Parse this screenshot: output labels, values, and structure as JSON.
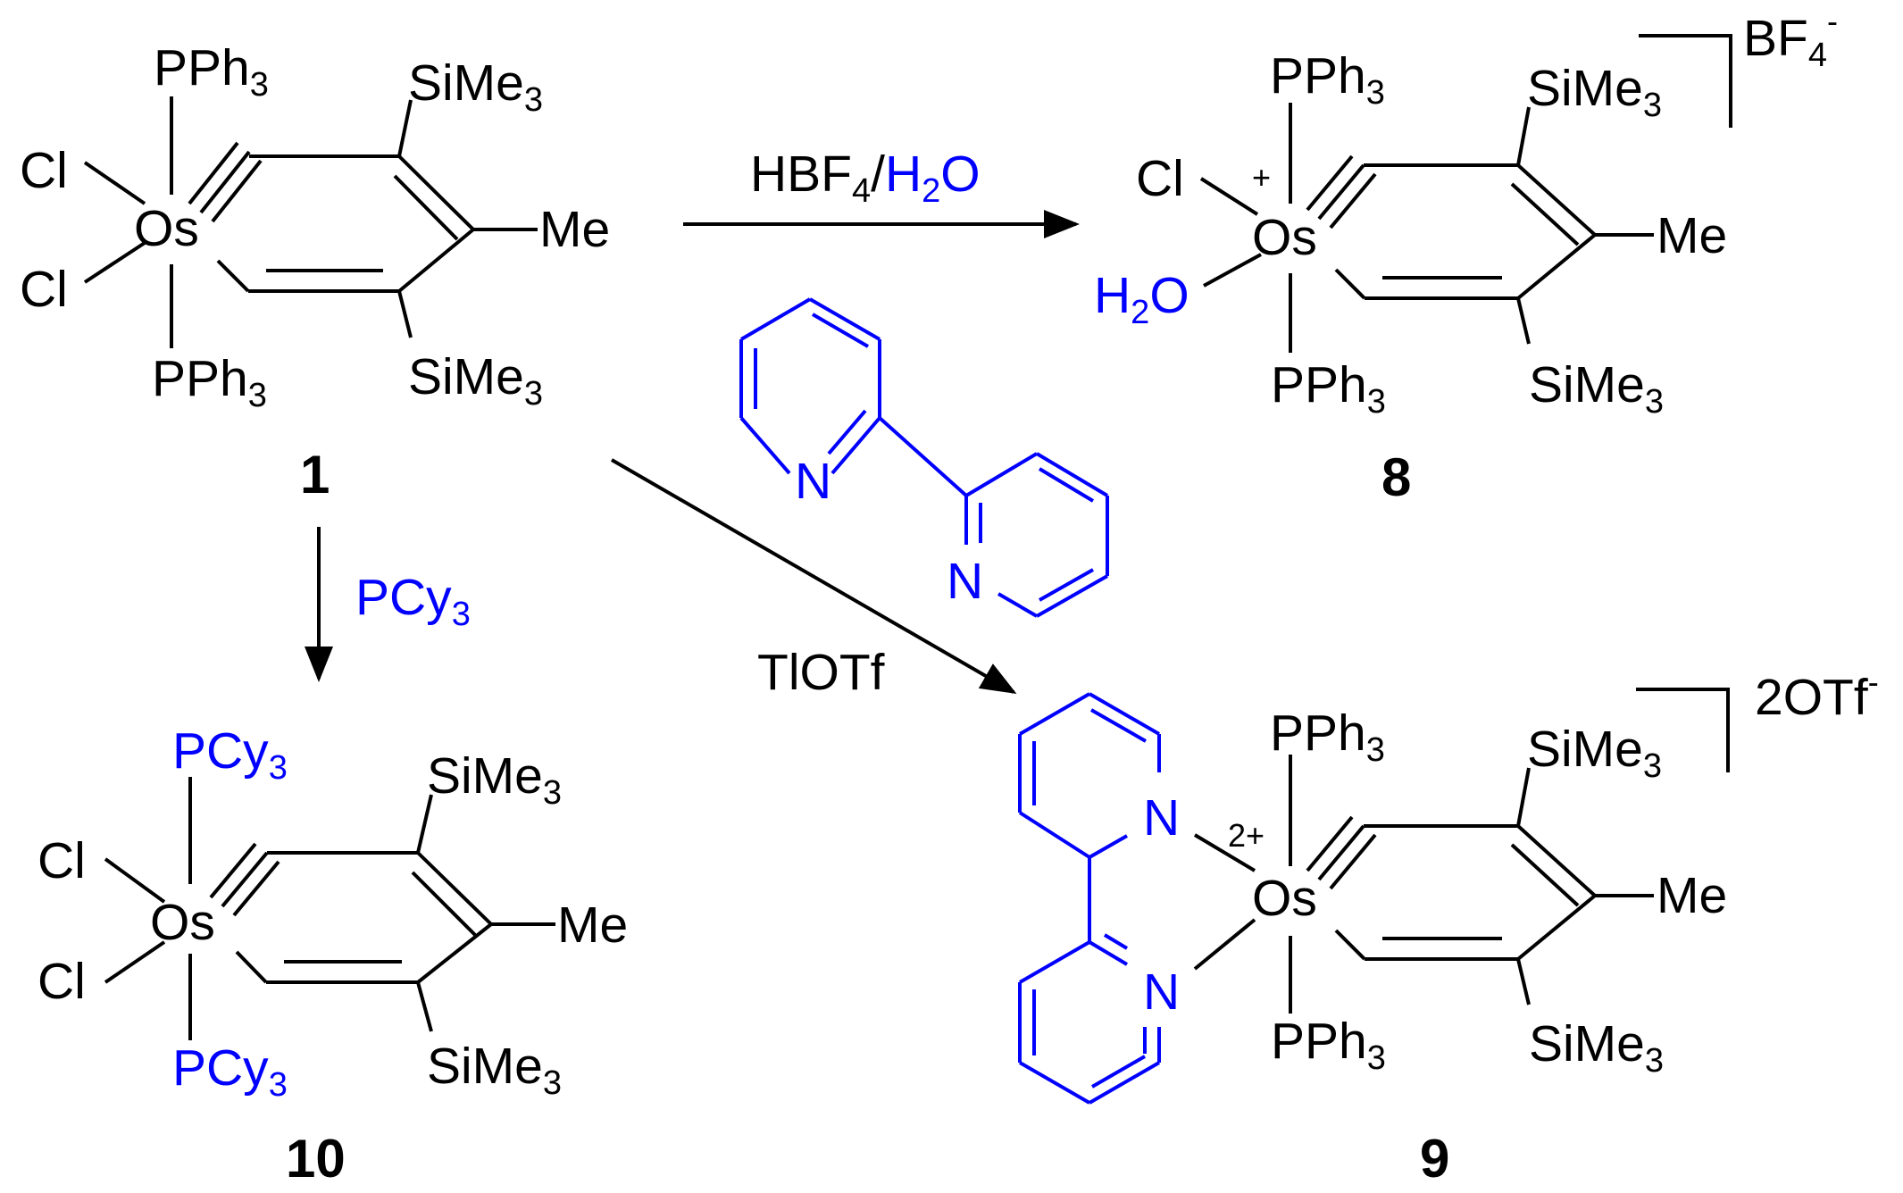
{
  "compound_1": {
    "number": "1",
    "axial_top": {
      "main": "PPh",
      "sub": "3"
    },
    "axial_bottom": {
      "main": "PPh",
      "sub": "3"
    },
    "cl_top": "Cl",
    "cl_bottom": "Cl",
    "metal": "Os",
    "simes_top": {
      "main": "SiMe",
      "sub": "3"
    },
    "simes_bottom": {
      "main": "SiMe",
      "sub": "3"
    },
    "me": "Me"
  },
  "compound_8": {
    "number": "8",
    "axial_top": {
      "main": "PPh",
      "sub": "3"
    },
    "axial_bottom": {
      "main": "PPh",
      "sub": "3"
    },
    "cl": "Cl",
    "charge": "+",
    "metal": "Os",
    "water": {
      "a": "H",
      "sub": "2",
      "b": "O"
    },
    "simes_top": {
      "main": "SiMe",
      "sub": "3"
    },
    "simes_bottom": {
      "main": "SiMe",
      "sub": "3"
    },
    "me": "Me",
    "counterion": {
      "main": "BF",
      "sub": "4",
      "sup": "-"
    }
  },
  "compound_10": {
    "number": "10",
    "axial_top": {
      "main": "PCy",
      "sub": "3"
    },
    "axial_bottom": {
      "main": "PCy",
      "sub": "3"
    },
    "cl_top": "Cl",
    "cl_bottom": "Cl",
    "metal": "Os",
    "simes_top": {
      "main": "SiMe",
      "sub": "3"
    },
    "simes_bottom": {
      "main": "SiMe",
      "sub": "3"
    },
    "me": "Me"
  },
  "compound_9": {
    "number": "9",
    "axial_top": {
      "main": "PPh",
      "sub": "3"
    },
    "axial_bottom": {
      "main": "PPh",
      "sub": "3"
    },
    "n_top": "N",
    "n_bottom": "N",
    "charge": "2+",
    "metal": "Os",
    "simes_top": {
      "main": "SiMe",
      "sub": "3"
    },
    "simes_bottom": {
      "main": "SiMe",
      "sub": "3"
    },
    "me": "Me",
    "counterion": {
      "main": "2OTf",
      "sup": "-"
    }
  },
  "reagents": {
    "to_8": {
      "a": "HBF",
      "sub": "4",
      "slash": "/",
      "water_a": "H",
      "water_sub": "2",
      "water_b": "O"
    },
    "to_10": {
      "main": "PCy",
      "sub": "3"
    },
    "to_9_additive": "TlOTf",
    "bipyridine_n1": "N",
    "bipyridine_n2": "N"
  },
  "colors": {
    "reagent": "#0000ff",
    "structure": "#000000"
  }
}
